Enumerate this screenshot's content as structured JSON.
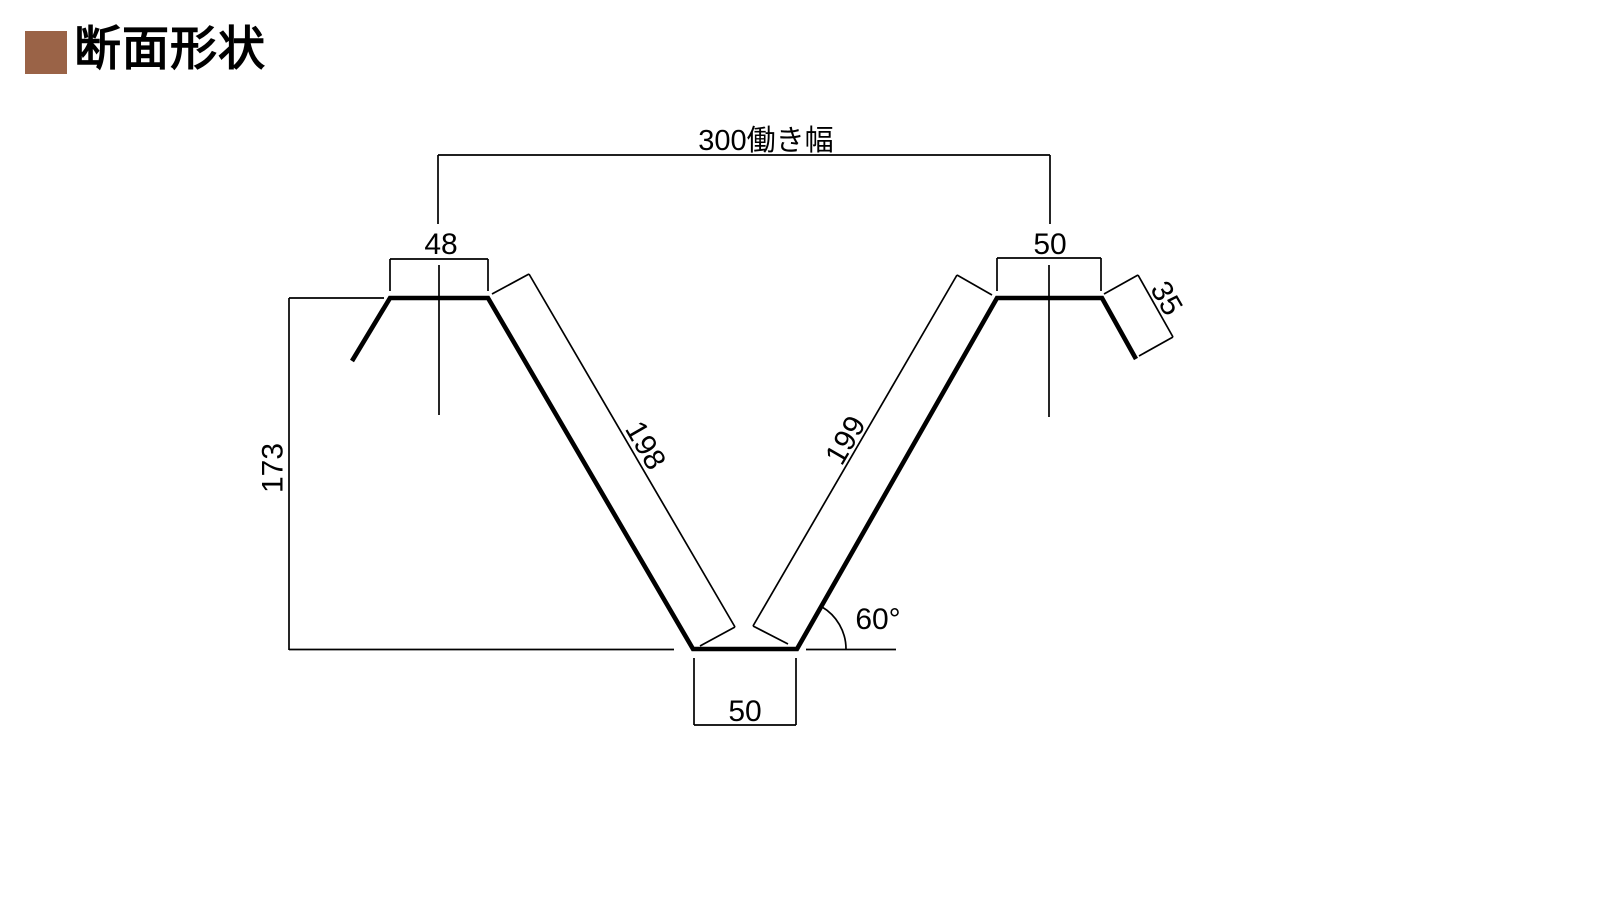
{
  "header": {
    "title": "断面形状",
    "marker_color": "#9a6347"
  },
  "diagram": {
    "description": "metal-sheet cross-section profile with dimensions in mm",
    "line_color": "#000000",
    "background_color": "#ffffff",
    "labels": {
      "working_width": "300働き幅",
      "left_rib_width": "48",
      "right_rib_width": "50",
      "edge_lap": "35",
      "height": "173",
      "left_web_length": "198",
      "right_web_length": "199",
      "web_angle": "60°",
      "valley_width": "50"
    }
  }
}
